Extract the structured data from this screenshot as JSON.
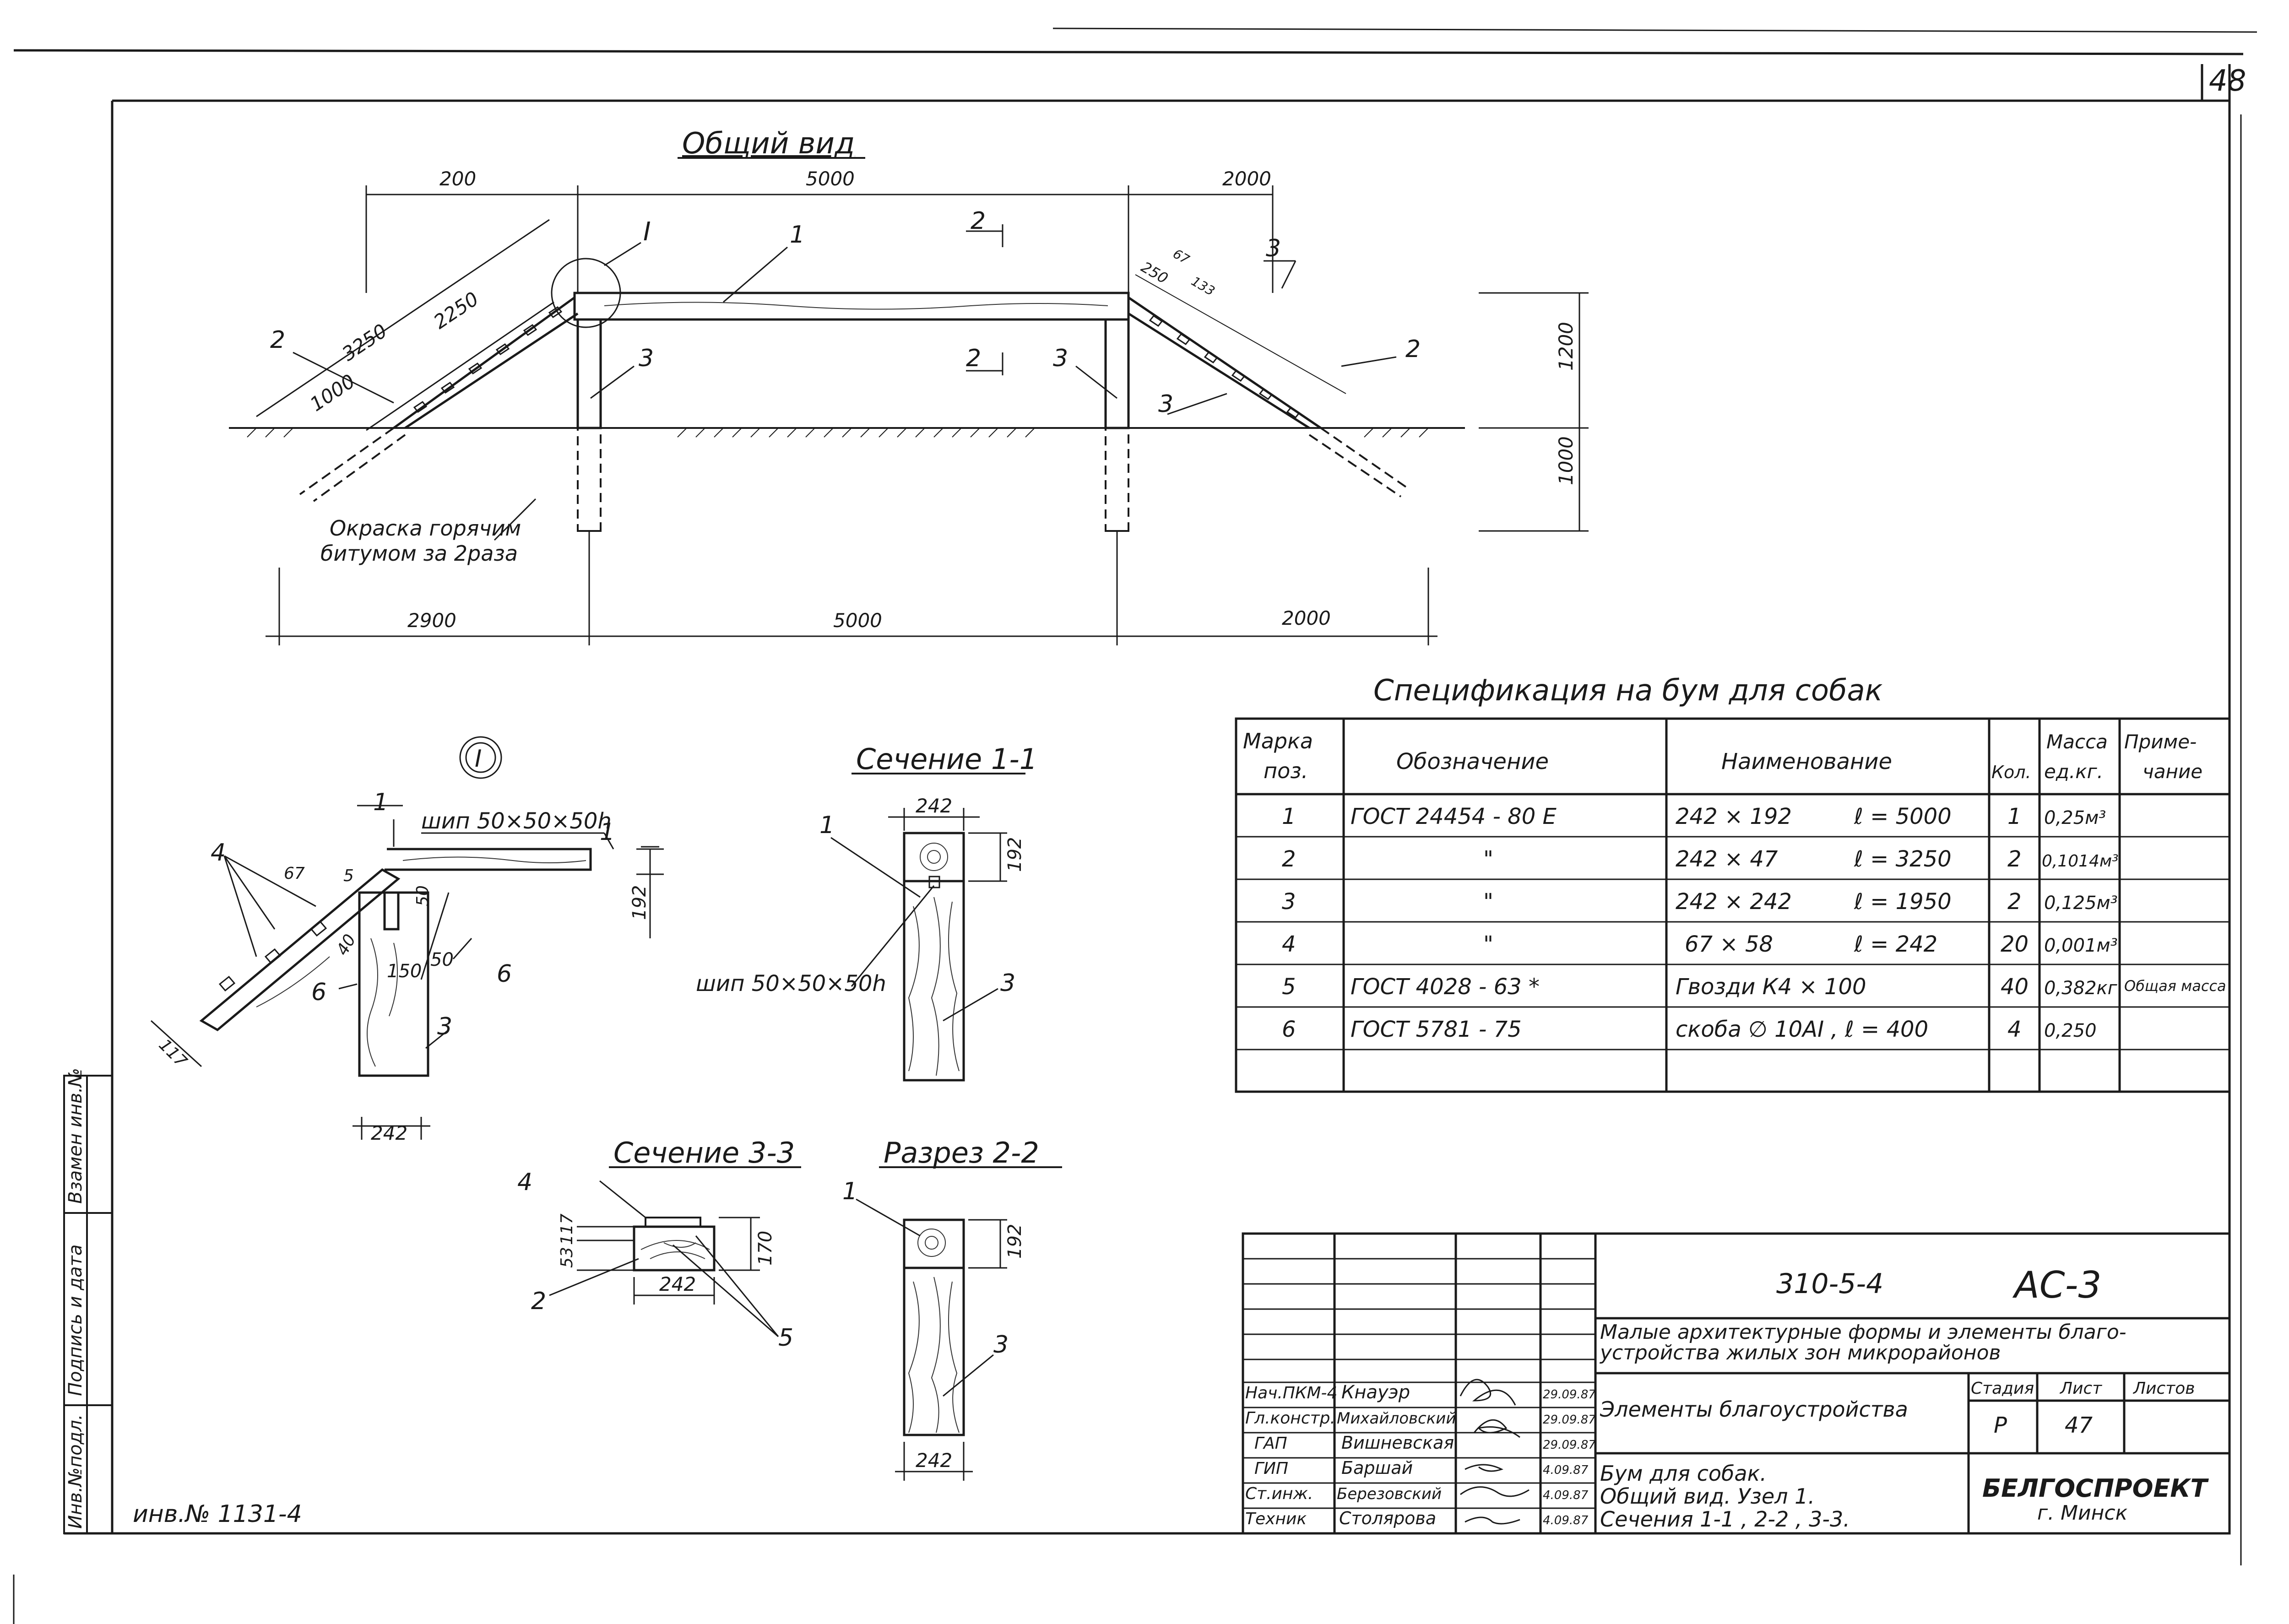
{
  "sheet_no": "48",
  "general_view": {
    "title": "Общий вид",
    "dims_top": [
      "200",
      "5000",
      "2000"
    ],
    "dims_bottom": [
      "2900",
      "5000",
      "2000"
    ],
    "dims_right": [
      "1200",
      "1000"
    ],
    "dims_slope_left": [
      "3250",
      "2250",
      "1000"
    ],
    "slope_right_label": "250",
    "slope_right_spacings": [
      "67",
      "133"
    ],
    "callouts": {
      "node": "I",
      "pos1": "1",
      "pos2": "2",
      "pos3": "3",
      "sec2": "2",
      "sec3": "3"
    },
    "note": [
      "Окраска горячим",
      "битумом за 2раза"
    ]
  },
  "node_detail": {
    "marker": "I",
    "tenon_label": "шип 50×50×50h",
    "dims": [
      "67",
      "5",
      "50",
      "192",
      "150",
      "50",
      "117",
      "40",
      "242"
    ],
    "callouts": [
      "4",
      "1",
      "6",
      "6",
      "3",
      "1"
    ]
  },
  "section_1_1": {
    "title": "Сечение 1-1",
    "dims": [
      "242",
      "192"
    ],
    "tenon_label": "шип 50×50×50h",
    "callouts": [
      "1",
      "3"
    ]
  },
  "section_3_3": {
    "title": "Сечение 3-3",
    "dims": [
      "117",
      "53",
      "170",
      "242"
    ],
    "callouts": [
      "4",
      "2",
      "5"
    ]
  },
  "section_2_2": {
    "title": "Разрез 2-2",
    "dims": [
      "192",
      "242"
    ],
    "callouts": [
      "1",
      "3"
    ]
  },
  "spec": {
    "title": "Спецификация на бум для собак",
    "headers": [
      "Марка поз.",
      "Обозначение",
      "Наименование",
      "Кол.",
      "Масса ед.кг.",
      "Приме-чание"
    ],
    "rows": [
      {
        "pos": "1",
        "doc": "ГОСТ   24454 - 80 Е",
        "size": "242 × 192",
        "len": "ℓ = 5000",
        "qty": "1",
        "mass": "0,25м³",
        "note": ""
      },
      {
        "pos": "2",
        "doc": "\"",
        "size": "242 × 47",
        "len": "ℓ = 3250",
        "qty": "2",
        "mass": "0,1014м³",
        "note": ""
      },
      {
        "pos": "3",
        "doc": "\"",
        "size": "242 × 242",
        "len": "ℓ = 1950",
        "qty": "2",
        "mass": "0,125м³",
        "note": ""
      },
      {
        "pos": "4",
        "doc": "\"",
        "size": "67 × 58",
        "len": "ℓ =  242",
        "qty": "20",
        "mass": "0,001м³",
        "note": ""
      },
      {
        "pos": "5",
        "doc": "ГОСТ  4028 - 63 *",
        "size": "Гвозди   К4 × 100",
        "len": "",
        "qty": "40",
        "mass": "0,382кг",
        "note": "Общая масса"
      },
      {
        "pos": "6",
        "doc": "ГОСТ  5781 - 75",
        "size": "скоба ∅ 10АI , ℓ = 400",
        "len": "",
        "qty": "4",
        "mass": "0,250",
        "note": ""
      }
    ]
  },
  "title_block": {
    "code": "310-5-4",
    "mark": "АС-3",
    "project": [
      "Малые архитектурные формы и элементы благо-",
      "устройства жилых зон микрорайонов"
    ],
    "section": "Элементы благоустройства",
    "stage_hdr": "Стадия",
    "sheet_hdr": "Лист",
    "sheets_hdr": "Листов",
    "stage": "Р",
    "sheet": "47",
    "sheets": "",
    "drawing": [
      "Бум для собак.",
      "Общий вид. Узел 1.",
      "Сечения 1-1 , 2-2 , 3-3."
    ],
    "org": [
      "БЕЛГОСПРОЕКТ",
      "г. Минск"
    ],
    "people": [
      {
        "role": "Нач.ПКМ-4",
        "name": "Кнауэр",
        "date": "29.09.87"
      },
      {
        "role": "Гл.констр.",
        "name": "Михайловский",
        "date": "29.09.87"
      },
      {
        "role": "ГАП",
        "name": "Вишневская",
        "date": "29.09.87"
      },
      {
        "role": "ГИП",
        "name": "Баршай",
        "date": "4.09.87"
      },
      {
        "role": "Ст.инж.",
        "name": "Березовский",
        "date": "4.09.87"
      },
      {
        "role": "Техник",
        "name": "Столярова",
        "date": "4.09.87"
      }
    ]
  },
  "side_stamp": [
    "Взамен инв.№",
    "Подпись и дата",
    "Инв.№подл."
  ],
  "inventory": "инв.№ 1131-4"
}
